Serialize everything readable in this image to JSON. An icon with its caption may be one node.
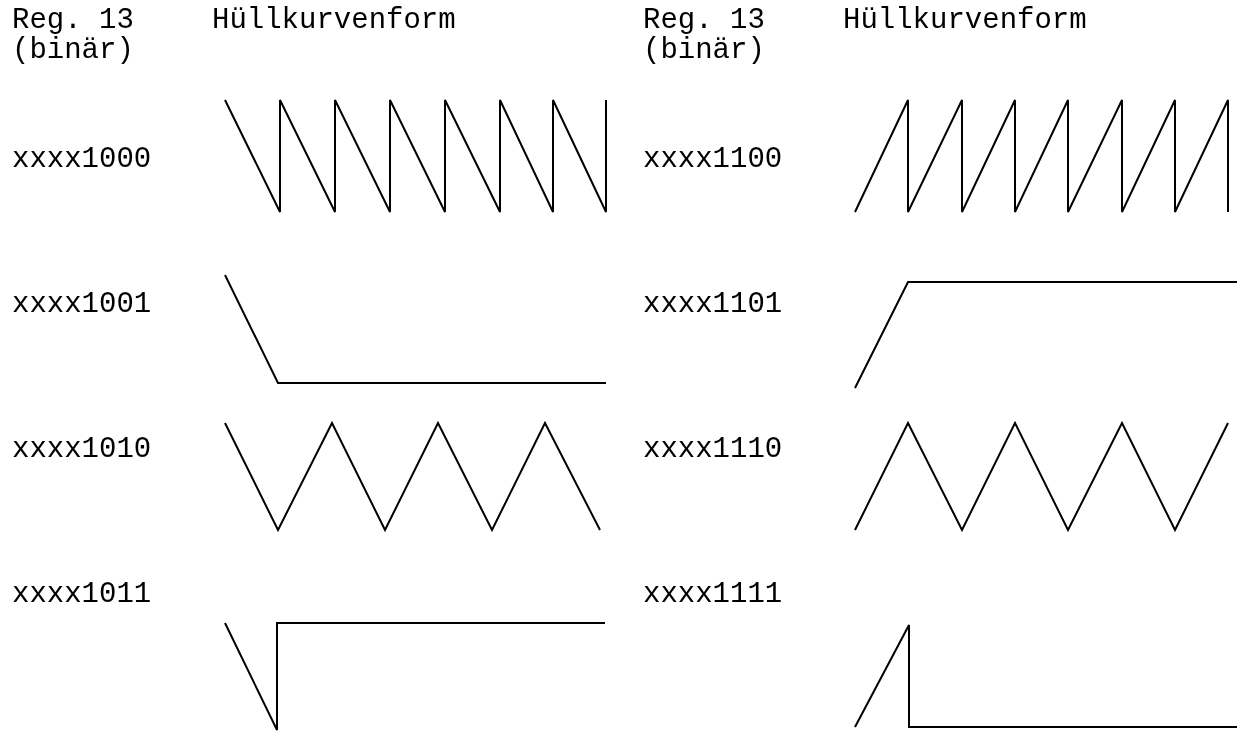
{
  "diagram": {
    "labels": [
      "Reg. 13 (binär)",
      "Hüllkurvenform",
      "Reg. 13 (binär)",
      "Hüllkurvenform",
      "xxxx1000",
      "xxxx1100",
      "xxxx1001",
      "xxxx1101",
      "xxxx1010",
      "xxxx1110",
      "xxxx1011",
      "xxxx1111"
    ]
  }
}
